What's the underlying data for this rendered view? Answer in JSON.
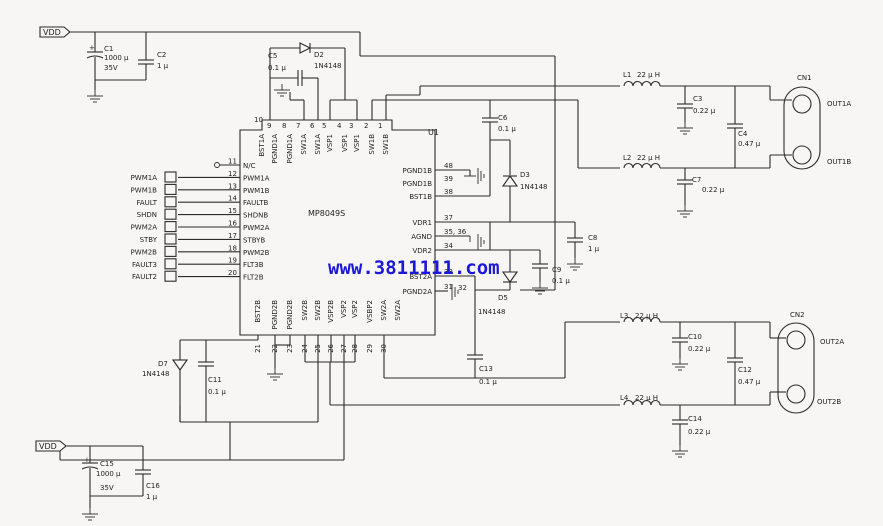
{
  "supply": {
    "top": "VDD",
    "bottom": "VDD"
  },
  "ic": {
    "ref": "U1",
    "part": "MP8049S",
    "left_pins": [
      {
        "num": "11",
        "name": "N/C"
      },
      {
        "num": "12",
        "name": "PWM1A"
      },
      {
        "num": "13",
        "name": "PWM1B"
      },
      {
        "num": "14",
        "name": "FAULTB"
      },
      {
        "num": "15",
        "name": "SHDNB"
      },
      {
        "num": "16",
        "name": "PWM2A"
      },
      {
        "num": "17",
        "name": "STBYB"
      },
      {
        "num": "18",
        "name": "PWM2B"
      },
      {
        "num": "19",
        "name": "FLT3B"
      },
      {
        "num": "20",
        "name": "FLT2B"
      }
    ],
    "top_pins": [
      {
        "num": "10",
        "name": "BST1A"
      },
      {
        "num": "9",
        "name": "PGND1A"
      },
      {
        "num": "8",
        "name": "PGND1A"
      },
      {
        "num": "7",
        "name": "SW1A"
      },
      {
        "num": "6",
        "name": "SW1A"
      },
      {
        "num": "5",
        "name": "VSP1"
      },
      {
        "num": "4",
        "name": "VSP1"
      },
      {
        "num": "3",
        "name": "VSP1"
      },
      {
        "num": "2",
        "name": "SW1B"
      },
      {
        "num": "1",
        "name": "SW1B"
      }
    ],
    "right_pins": [
      {
        "num": "48",
        "name": "PGND1B"
      },
      {
        "num": "39",
        "name": "PGND1B"
      },
      {
        "num": "38",
        "name": "BST1B"
      },
      {
        "num": "37",
        "name": "VDR1"
      },
      {
        "num": "35, 36",
        "name": "AGND"
      },
      {
        "num": "34",
        "name": "VDR2"
      },
      {
        "num": "33",
        "name": "BST2A"
      },
      {
        "num": "31",
        "name": "PGND2A"
      },
      {
        "num": "32",
        "name": ""
      }
    ],
    "bottom_pins": [
      {
        "num": "21",
        "name": "BST2B"
      },
      {
        "num": "22",
        "name": "PGND2B"
      },
      {
        "num": "23",
        "name": "PGND2B"
      },
      {
        "num": "24",
        "name": "SW2B"
      },
      {
        "num": "25",
        "name": "SW2B"
      },
      {
        "num": "26",
        "name": "VSP2B"
      },
      {
        "num": "27",
        "name": "VSP2"
      },
      {
        "num": "28",
        "name": "VSP2"
      },
      {
        "num": "29",
        "name": "VSBP2"
      },
      {
        "num": "30",
        "name": "SW2A"
      },
      {
        "num": "",
        "name": "SW2A"
      }
    ]
  },
  "inputs": [
    "PWM1A",
    "PWM1B",
    "FAULT",
    "SHDN",
    "PWM2A",
    "STBY",
    "PWM2B",
    "FAULT3",
    "FAULT2"
  ],
  "parts": {
    "c1": {
      "ref": "C1",
      "val": "1000 μ",
      "v": "35V"
    },
    "c2": {
      "ref": "C2",
      "val": "1 μ"
    },
    "c5": {
      "ref": "C5",
      "val": "0.1 μ"
    },
    "d2": {
      "ref": "D2",
      "val": "1N4148"
    },
    "c6": {
      "ref": "C6",
      "val": "0.1 μ"
    },
    "d3": {
      "ref": "D3",
      "val": "1N4148"
    },
    "l1": {
      "ref": "L1",
      "val": "22 μ H"
    },
    "c3": {
      "ref": "C3",
      "val": "0.22 μ"
    },
    "c4": {
      "ref": "C4",
      "val": "0.47 μ"
    },
    "l2": {
      "ref": "L2",
      "val": "22 μ H"
    },
    "c7": {
      "ref": "C7",
      "val": "0.22 μ"
    },
    "cn1": {
      "ref": "CN1",
      "a": "OUT1A",
      "b": "OUT1B"
    },
    "c8": {
      "ref": "C8",
      "val": "1 μ"
    },
    "c9": {
      "ref": "C9",
      "val": "0.1 μ"
    },
    "d5": {
      "ref": "D5",
      "val": "1N4148"
    },
    "c13": {
      "ref": "C13",
      "val": "0.1 μ"
    },
    "d7": {
      "ref": "D7",
      "val": "1N4148"
    },
    "c11": {
      "ref": "C11",
      "val": "0.1 μ"
    },
    "l3": {
      "ref": "L3",
      "val": "22 μ H"
    },
    "c10": {
      "ref": "C10",
      "val": "0.22 μ"
    },
    "c12": {
      "ref": "C12",
      "val": "0.47 μ"
    },
    "l4": {
      "ref": "L4",
      "val": "22 μ H"
    },
    "c14": {
      "ref": "C14",
      "val": "0.22 μ"
    },
    "cn2": {
      "ref": "CN2",
      "a": "OUT2A",
      "b": "OUT2B"
    },
    "c15": {
      "ref": "C15",
      "val": "1000 μ",
      "v": "35V"
    },
    "c16": {
      "ref": "C16",
      "val": "1 μ"
    }
  },
  "watermark": "www.3811111.com"
}
